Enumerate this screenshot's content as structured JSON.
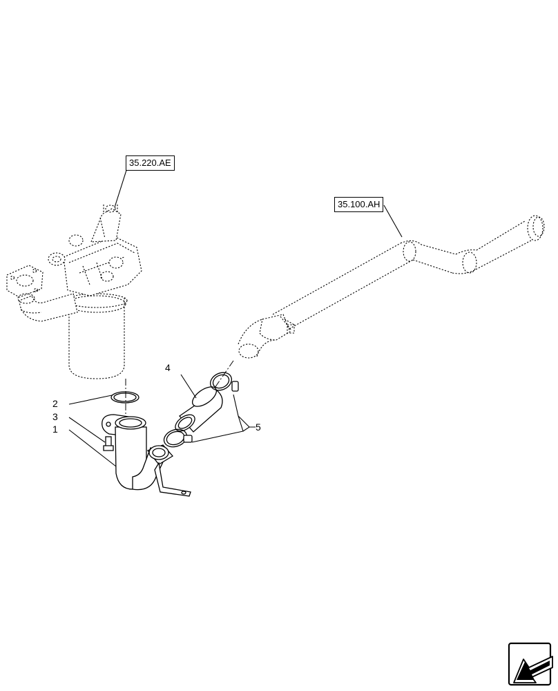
{
  "references": {
    "filter_assembly": "35.220.AE",
    "return_pipe": "35.100.AH"
  },
  "callouts": {
    "c1": "1",
    "c2": "2",
    "c3": "3",
    "c4": "4",
    "c5": "5"
  },
  "icons": {
    "navigation": "arrow-icon"
  },
  "colors": {
    "line": "#000000",
    "background": "#ffffff"
  }
}
